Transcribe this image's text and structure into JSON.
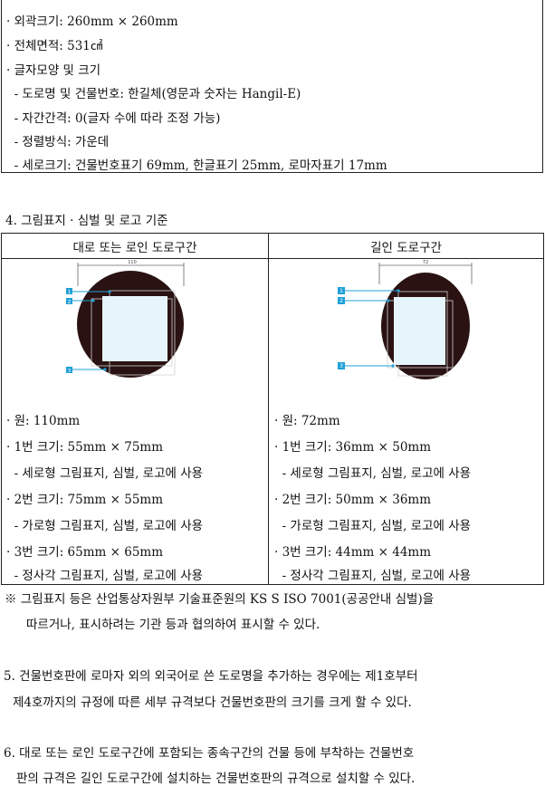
{
  "spec": {
    "lines": [
      "· 외곽크기: 260mm × 260mm",
      "· 전체면적: 531㎠",
      "· 글자모양 및 크기",
      "  - 도로명 및 건물번호: 한길체(영문과 숫자는 Hangil-E)",
      "  - 자간간격: 0(글자 수에 따라 조정 가능)",
      "  - 정렬방식: 가운데",
      "  - 세로크기: 건물번호표기 69mm, 한글표기 25mm, 로마자표기 17mm"
    ]
  },
  "section4": {
    "title": "4. 그림표지 · 심벌 및 로고 기준",
    "left": {
      "header": "대로 또는 로인 도로구간",
      "diagram": {
        "dim_label": "110",
        "markers": [
          "1",
          "2",
          "3"
        ]
      },
      "lines": [
        "· 원: 110mm",
        "· 1번 크기: 55mm × 75mm",
        "  - 세로형 그림표지, 심벌, 로고에 사용",
        "· 2번 크기: 75mm × 55mm",
        "  - 가로형 그림표지, 심벌, 로고에 사용",
        "· 3번 크기: 65mm × 65mm",
        "  - 정사각 그림표지, 심벌, 로고에 사용"
      ]
    },
    "right": {
      "header": "길인 도로구간",
      "diagram": {
        "dim_label": "72",
        "markers": [
          "1",
          "2",
          "3"
        ]
      },
      "lines": [
        "· 원: 72mm",
        "· 1번 크기: 36mm × 50mm",
        "  - 세로형 그림표지, 심벌, 로고에 사용",
        "· 2번 크기: 50mm × 36mm",
        "  - 가로형 그림표지, 심벌, 로고에 사용",
        "· 3번 크기: 44mm × 44mm",
        "  - 정사각 그림표지, 심벌, 로고에 사용"
      ]
    }
  },
  "note": {
    "line1": "※ 그림표지 등은 산업통상자원부 기술표준원의 KS S ISO 7001(공공안내 심벌)을",
    "line2": "따르거나, 표시하려는 기관 등과 협의하여 표시할 수 있다."
  },
  "item5": {
    "line1": "5. 건물번호판에 로마자 외의 외국어로 쓴 도로명을 추가하는 경우에는 제1호부터",
    "line2": "제4호까지의 규정에 따른 세부 규격보다 건물번호판의 크기를 크게 할 수 있다."
  },
  "item6": {
    "line1": "6. 대로 또는 로인 도로구간에 포함되는 종속구간의 건물 등에 부착하는 건물번호",
    "line2": "판의 규격은 길인 도로구간에 설치하는 건물번호판의 규격으로 설치할 수 있다."
  },
  "colors": {
    "circle": "#2a1212",
    "square_fill": "#e6f5fb",
    "marker": "#1fa0d8"
  }
}
